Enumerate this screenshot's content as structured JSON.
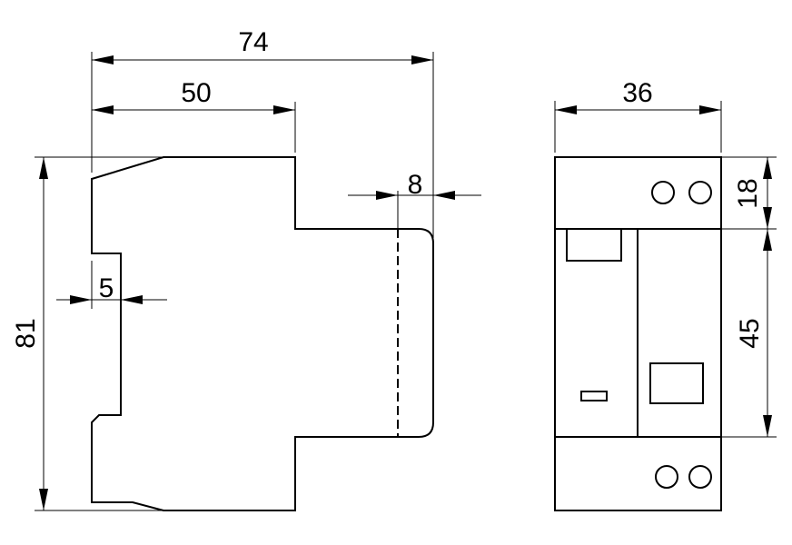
{
  "dimensions": {
    "side_total_width": "74",
    "side_upper_width": "50",
    "side_right_depth": "8",
    "side_rail_step": "5",
    "side_height": "81",
    "front_width": "36",
    "front_top_section": "18",
    "front_middle_section": "45"
  },
  "colors": {
    "background": "#ffffff",
    "line": "#000000"
  }
}
